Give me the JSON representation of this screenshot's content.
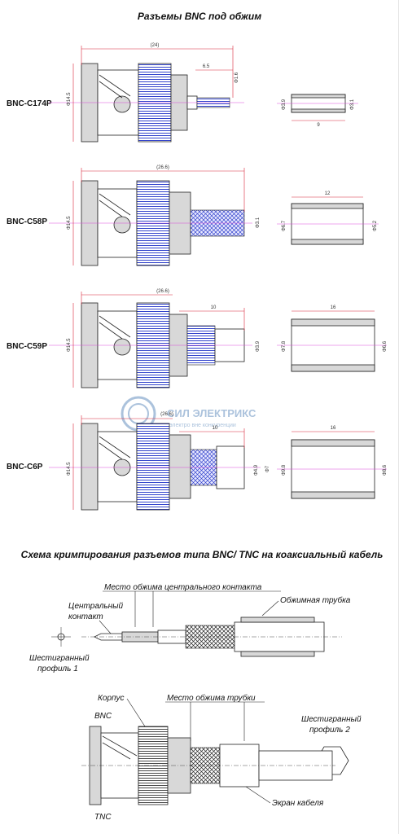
{
  "header": {
    "title": "Разъемы BNC под обжим"
  },
  "connectors": [
    {
      "label": "BNC-C174P",
      "overall": "(24)",
      "pin": "6.5",
      "pin_dia": "Φ1.6",
      "body_dia": "Φ14.5",
      "sleeve_len": "9",
      "sleeve_id": "Φ3.1",
      "sleeve_od": "Φ3.9"
    },
    {
      "label": "BNC-C58P",
      "overall": "(26.6)",
      "pin": "",
      "pin_dia": "Φ3.1",
      "body_dia": "Φ14.5",
      "sleeve_len": "12",
      "sleeve_id": "Φ5.2",
      "sleeve_od": "Φ6.7"
    },
    {
      "label": "BNC-C59P",
      "overall": "(26.6)",
      "pin": "10",
      "pin_dia": "Φ3.9",
      "body_dia": "Φ14.5",
      "sleeve_len": "16",
      "sleeve_id": "Φ6.6",
      "sleeve_od": "Φ7.8"
    },
    {
      "label": "BNC-C6P",
      "overall": "(26.6)",
      "pin": "10",
      "pin_dia": "Φ4.9",
      "pin_dia2": "Φ7",
      "body_dia": "Φ14.5",
      "sleeve_len": "16",
      "sleeve_id": "Φ8.6",
      "sleeve_od": "Φ9.8"
    }
  ],
  "watermark": {
    "brand": "СИЛ ЭЛЕКТРИКС",
    "tagline": "электро вне конкуренции"
  },
  "scheme": {
    "title": "Схема кримпирования разъемов типа BNC/ TNC на коаксиальный кабель",
    "center_crimp": "Место обжима центрального контакта",
    "center_contact_1": "Центральный",
    "center_contact_2": "контакт",
    "crimp_tube": "Обжимная трубка",
    "hex1_line1": "Шестигранный",
    "hex1_line2": "профиль 1",
    "body": "Корпус",
    "tube_crimp": "Место обжима трубки",
    "bnc": "BNC",
    "tnc": "TNC",
    "hex2_line1": "Шестигранный",
    "hex2_line2": "профиль 2",
    "shield": "Экран кабеля"
  },
  "colors": {
    "dimension": "#d8283a",
    "axis": "#d94bd9",
    "knurl": "#3344cc",
    "watermark": "#9db8d6"
  }
}
